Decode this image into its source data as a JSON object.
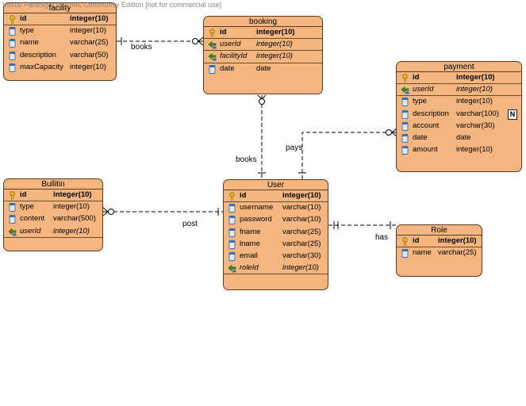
{
  "watermark": "Visual Paradigm for UML Community Edition [not for commercial use]",
  "entities": [
    {
      "id": "facility",
      "name": "facility",
      "columns": [
        {
          "name": "id",
          "type": "integer(10)",
          "key": "pk"
        },
        {
          "name": "type",
          "type": "integer(10)",
          "key": ""
        },
        {
          "name": "name",
          "type": "varchar(25)",
          "key": ""
        },
        {
          "name": "description",
          "type": "varchar(50)",
          "key": ""
        },
        {
          "name": "maxCapacity",
          "type": "integer(10)",
          "key": ""
        }
      ]
    },
    {
      "id": "booking",
      "name": "booking",
      "columns": [
        {
          "name": "id",
          "type": "integer(10)",
          "key": "pk"
        },
        {
          "name": "userId",
          "type": "integer(10)",
          "key": "fk"
        },
        {
          "name": "facilityId",
          "type": "integer(10)",
          "key": "fk"
        },
        {
          "name": "date",
          "type": "date",
          "key": ""
        }
      ]
    },
    {
      "id": "payment",
      "name": "payment",
      "columns": [
        {
          "name": "id",
          "type": "integer(10)",
          "key": "pk"
        },
        {
          "name": "userId",
          "type": "integer(10)",
          "key": "fk"
        },
        {
          "name": "type",
          "type": "integer(10)",
          "key": ""
        },
        {
          "name": "description",
          "type": "varchar(100)",
          "key": "",
          "nullable": "N"
        },
        {
          "name": "account",
          "type": "varchar(30)",
          "key": ""
        },
        {
          "name": "date",
          "type": "date",
          "key": ""
        },
        {
          "name": "amount",
          "type": "integer(10)",
          "key": ""
        }
      ]
    },
    {
      "id": "bullitin",
      "name": "Bullitin",
      "columns": [
        {
          "name": "id",
          "type": "integer(10)",
          "key": "pk"
        },
        {
          "name": "type",
          "type": "integer(10)",
          "key": ""
        },
        {
          "name": "content",
          "type": "varchar(500)",
          "key": ""
        },
        {
          "name": "userId",
          "type": "integer(10)",
          "key": "fk"
        }
      ]
    },
    {
      "id": "user",
      "name": "User",
      "columns": [
        {
          "name": "id",
          "type": "integer(10)",
          "key": "pk"
        },
        {
          "name": "username",
          "type": "varchar(10)",
          "key": ""
        },
        {
          "name": "password",
          "type": "varchar(10)",
          "key": ""
        },
        {
          "name": "fname",
          "type": "varchar(25)",
          "key": ""
        },
        {
          "name": "lname",
          "type": "varchar(25)",
          "key": ""
        },
        {
          "name": "email",
          "type": "varchar(30)",
          "key": ""
        },
        {
          "name": "roleId",
          "type": "integer(10)",
          "key": "fk"
        }
      ]
    },
    {
      "id": "role",
      "name": "Role",
      "columns": [
        {
          "name": "id",
          "type": "integer(10)",
          "key": "pk"
        },
        {
          "name": "name",
          "type": "varchar(25)",
          "key": ""
        }
      ]
    }
  ],
  "relationships": [
    {
      "id": "facility-booking",
      "label": "books"
    },
    {
      "id": "user-booking",
      "label": "books"
    },
    {
      "id": "user-payment",
      "label": "pays"
    },
    {
      "id": "user-bullitin",
      "label": "post"
    },
    {
      "id": "role-user",
      "label": "has"
    }
  ],
  "colors": {
    "entity_fill": "#f4b57f",
    "entity_border": "#5a3a22",
    "line": "#000000",
    "key_icon": "#e8b923",
    "fk_icon": "#3c8a2e",
    "column_icon": "#3a6fb5"
  }
}
